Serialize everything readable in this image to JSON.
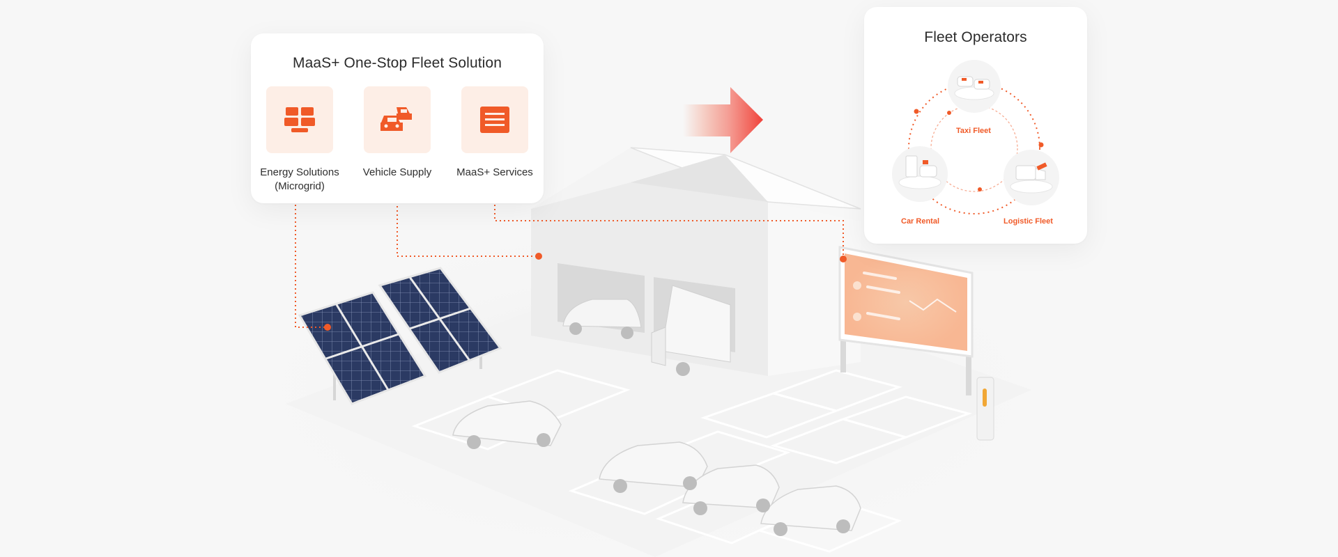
{
  "solution": {
    "title": "MaaS+ One-Stop Fleet Solution",
    "items": [
      {
        "label_line1": "Energy Solutions",
        "label_line2": "(Microgrid)",
        "icon": "solar-panel-icon"
      },
      {
        "label_line1": "Vehicle Supply",
        "label_line2": "",
        "icon": "cars-icon"
      },
      {
        "label_line1": "MaaS+ Services",
        "label_line2": "",
        "icon": "menu-list-icon"
      }
    ]
  },
  "operators": {
    "title": "Fleet Operators",
    "segments": [
      "Taxi Fleet",
      "Car Rental",
      "Logistic Fleet"
    ]
  },
  "colors": {
    "accent": "#f05a28",
    "accent_light": "#fdeee6",
    "panel": "#26345a",
    "background": "#f7f7f7"
  }
}
